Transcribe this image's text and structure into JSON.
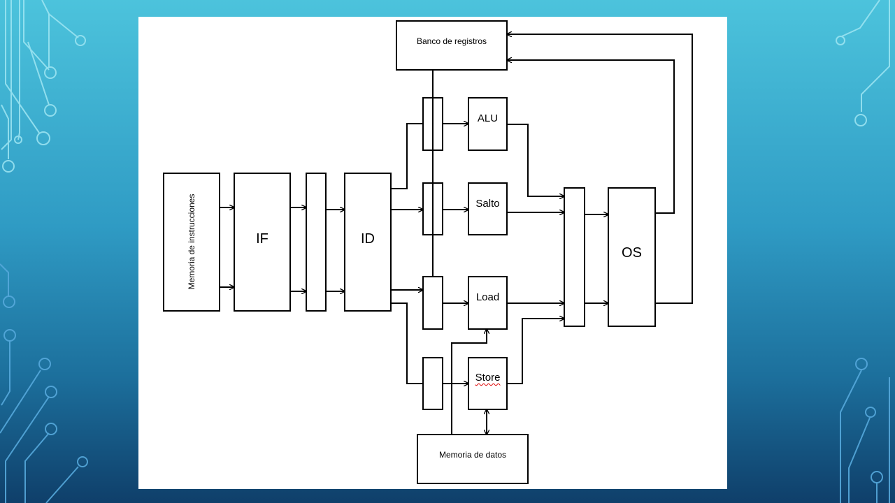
{
  "diagram": {
    "blocks": {
      "instr_mem": "Memoria de instrucciones",
      "if": "IF",
      "id": "ID",
      "reg_bank": "Banco de registros",
      "alu": "ALU",
      "salto": "Salto",
      "load": "Load",
      "store": "Store",
      "os": "OS",
      "data_mem": "Memoria de datos"
    }
  },
  "colors": {
    "background_top": "#4cc3dc",
    "background_bottom": "#0f3f6a",
    "circuit_light": "#9fe6f3",
    "circuit_dark": "#56a9dc",
    "panel": "#ffffff",
    "stroke": "#000000"
  }
}
